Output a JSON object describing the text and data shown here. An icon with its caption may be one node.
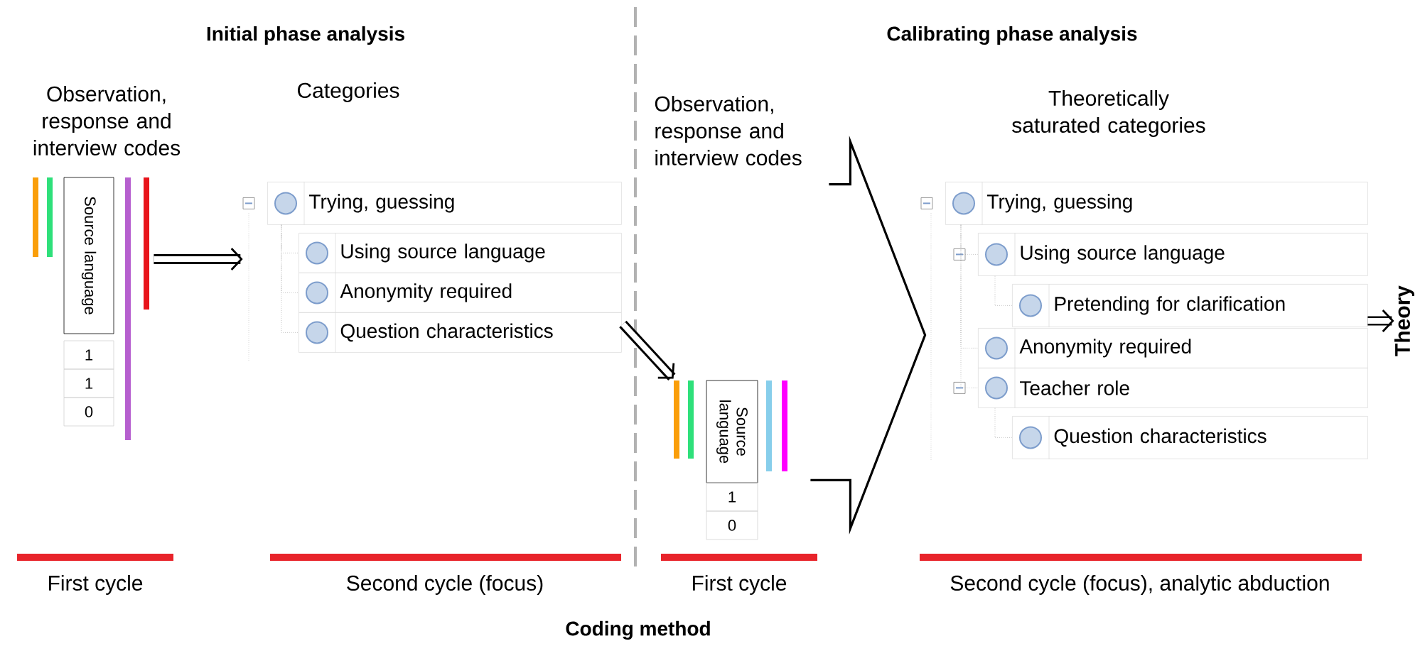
{
  "diagram": {
    "caption": "Coding method",
    "nodes": [
      {
        "text": [
          "Observation, response and interview codes",
          "Source language",
          "1",
          "1",
          "0"
        ]
      },
      {
        "text": [
          "Categories"
        ]
      },
      {
        "text": [
          "Trying, guessing"
        ],
        "in": 1
      },
      {
        "text": [
          "Using source language"
        ],
        "in": 1
      },
      {
        "text": [
          "Anonymity required"
        ],
        "in": 1
      },
      {
        "text": [
          "Question characteristics"
        ],
        "in": 1
      },
      {
        "text": [
          "Source language",
          "1",
          "0"
        ]
      },
      {
        "text": [
          "Theoretically saturated categories"
        ]
      },
      {
        "text": [
          "Trying, guessing"
        ],
        "in": 7
      },
      {
        "text": [
          "Using source language"
        ],
        "in": 7
      },
      {
        "text": [
          "Pretending for clarification"
        ],
        "in": 7
      },
      {
        "text": [
          "Anonymity required"
        ],
        "in": 7
      },
      {
        "text": [
          "Teacher role"
        ],
        "in": 7
      },
      {
        "text": [
          "Question characteristics"
        ],
        "in": 7
      },
      {
        "text": [
          "Theory"
        ]
      }
    ],
    "edges": [
      {
        "from": 0,
        "to": 1,
        "arrow": "to",
        "style": "thick",
        "color": "#000000"
      },
      {
        "from": 1,
        "to": 6,
        "arrow": "to",
        "style": "thick",
        "color": "#000000"
      },
      {
        "from": 6,
        "to": 7,
        "arrow": "none",
        "color": "#000000"
      },
      {
        "from": 7,
        "to": 14,
        "arrow": "to",
        "color": "#000000"
      },
      {
        "from": 2,
        "to": 3,
        "arrow": "none",
        "style": "dashed"
      },
      {
        "from": 2,
        "to": 4,
        "arrow": "none",
        "style": "dashed"
      },
      {
        "from": 2,
        "to": 5,
        "arrow": "none",
        "style": "dashed"
      },
      {
        "from": 8,
        "to": 9,
        "arrow": "none",
        "style": "dashed"
      },
      {
        "from": 9,
        "to": 10,
        "arrow": "none",
        "style": "dashed"
      },
      {
        "from": 8,
        "to": 11,
        "arrow": "none",
        "style": "dashed"
      },
      {
        "from": 8,
        "to": 12,
        "arrow": "none",
        "style": "dashed"
      },
      {
        "from": 12,
        "to": 13,
        "arrow": "none",
        "style": "dashed"
      }
    ],
    "labels": [
      "Initial phase analysis",
      "Calibrating phase analysis",
      "Observation, response and interview codes",
      "First cycle",
      "Second cycle (focus)",
      "First cycle",
      "Second cycle (focus), analytic abduction"
    ]
  }
}
